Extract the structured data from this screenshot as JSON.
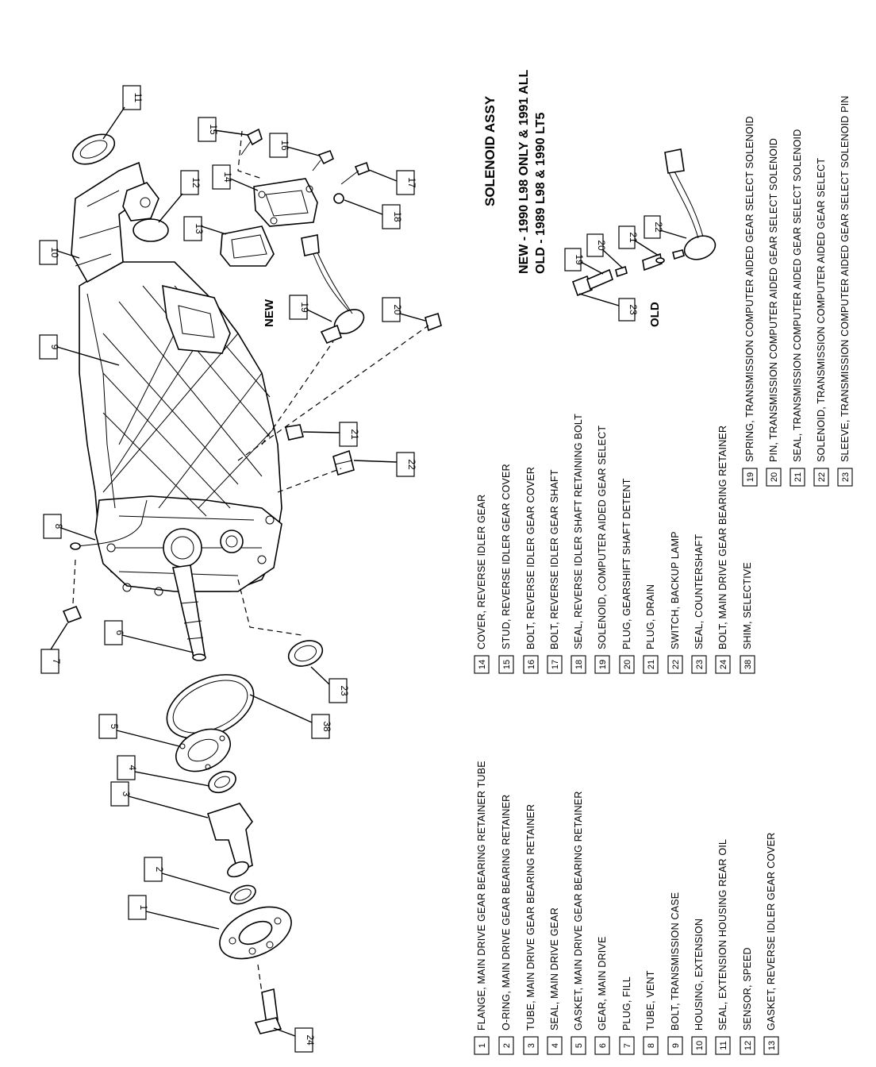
{
  "solenoid": {
    "heading": "SOLENOID ASSY",
    "new_line": "NEW - 1990 L98 ONLY & 1991 ALL",
    "old_line": "OLD - 1989 L98 & 1990 LT5",
    "new_tag": "NEW",
    "old_tag": "OLD"
  },
  "legend_left": [
    {
      "num": "1",
      "text": "FLANGE, MAIN DRIVE GEAR BEARING RETAINER TUBE"
    },
    {
      "num": "2",
      "text": "O-RING, MAIN DRIVE GEAR BEARING RETAINER"
    },
    {
      "num": "3",
      "text": "TUBE, MAIN DRIVE GEAR BEARING RETAINER"
    },
    {
      "num": "4",
      "text": "SEAL, MAIN DRIVE GEAR"
    },
    {
      "num": "5",
      "text": "GASKET, MAIN DRIVE GEAR BEARING RETAINER"
    },
    {
      "num": "6",
      "text": "GEAR, MAIN DRIVE"
    },
    {
      "num": "7",
      "text": "PLUG, FILL"
    },
    {
      "num": "8",
      "text": "TUBE, VENT"
    },
    {
      "num": "9",
      "text": "BOLT, TRANSMISSION CASE"
    },
    {
      "num": "10",
      "text": "HOUSING, EXTENSION"
    },
    {
      "num": "11",
      "text": "SEAL, EXTENSION HOUSING REAR OIL"
    },
    {
      "num": "12",
      "text": "SENSOR, SPEED"
    },
    {
      "num": "13",
      "text": "GASKET, REVERSE IDLER GEAR COVER"
    }
  ],
  "legend_mid": [
    {
      "num": "14",
      "text": "COVER, REVERSE IDLER GEAR"
    },
    {
      "num": "15",
      "text": "STUD, REVERSE IDLER GEAR COVER"
    },
    {
      "num": "16",
      "text": "BOLT, REVERSE IDLER GEAR COVER"
    },
    {
      "num": "17",
      "text": "BOLT, REVERSE IDLER GEAR SHAFT"
    },
    {
      "num": "18",
      "text": "SEAL, REVERSE IDLER SHAFT RETAINING BOLT"
    },
    {
      "num": "19",
      "text": "SOLENOID, COMPUTER AIDED GEAR SELECT"
    },
    {
      "num": "20",
      "text": "PLUG, GEARSHIFT SHAFT DETENT"
    },
    {
      "num": "21",
      "text": "PLUG, DRAIN"
    },
    {
      "num": "22",
      "text": "SWITCH, BACKUP LAMP"
    },
    {
      "num": "23",
      "text": "SEAL, COUNTERSHAFT"
    },
    {
      "num": "24",
      "text": "BOLT, MAIN DRIVE GEAR BEARING RETAINER"
    },
    {
      "num": "38",
      "text": "SHIM, SELECTIVE"
    }
  ],
  "legend_right": [
    {
      "num": "19",
      "text": "SPRING, TRANSMISSION COMPUTER AIDED GEAR SELECT SOLENOID"
    },
    {
      "num": "20",
      "text": "PIN, TRANSMISSION COMPUTER AIDED GEAR SELECT SOLENOID"
    },
    {
      "num": "21",
      "text": "SEAL, TRANSMISSION COMPUTER AIDED GEAR SELECT SOLENOID"
    },
    {
      "num": "22",
      "text": "SOLENOID, TRANSMISSION COMPUTER AIDED GEAR SELECT"
    },
    {
      "num": "23",
      "text": "SLEEVE, TRANSMISSION COMPUTER AIDED GEAR SELECT SOLENOID PIN"
    }
  ],
  "callouts": [
    "1",
    "2",
    "3",
    "4",
    "5",
    "6",
    "7",
    "8",
    "9",
    "10",
    "11",
    "12",
    "13",
    "14",
    "15",
    "16",
    "17",
    "18",
    "19",
    "20",
    "21",
    "22",
    "23",
    "24",
    "38",
    "19",
    "20",
    "21",
    "22",
    "23"
  ]
}
